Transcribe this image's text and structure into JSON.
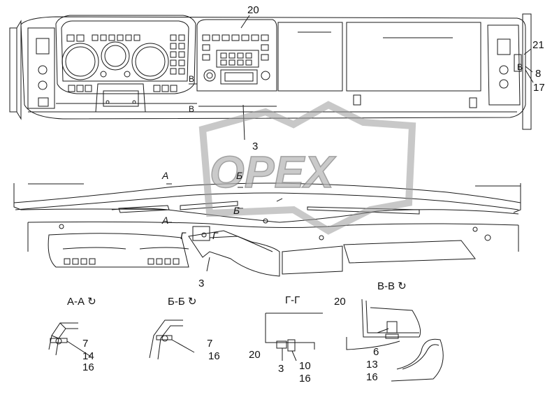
{
  "labels": {
    "top_20": "20",
    "right_21": "21",
    "right_B": "B",
    "right_8": "8",
    "right_17": "17",
    "mid_B1": "B",
    "mid_B2": "B",
    "center_3_top": "3",
    "sec_A1": "A",
    "sec_A2": "A",
    "sec_B1": "Б",
    "sec_B2": "Б",
    "sec_G1": "Г",
    "sec_G2": "Г",
    "bottom_3": "3"
  },
  "watermark": "OPEX",
  "sections": {
    "aa": {
      "title": "А-А ↻",
      "n1": "7",
      "n2": "14",
      "n3": "16"
    },
    "bb": {
      "title": "Б-Б ↻",
      "n1": "7",
      "n2": "16"
    },
    "gg": {
      "title": "Г-Г",
      "n1": "20",
      "n2": "3",
      "n3": "10",
      "n4": "16"
    },
    "vv": {
      "title": "В-В ↻",
      "n1": "20",
      "n2": "6",
      "n3": "13",
      "n4": "16"
    }
  },
  "colors": {
    "line": "#1a1a1a",
    "watermark": "#9a9a9a"
  }
}
